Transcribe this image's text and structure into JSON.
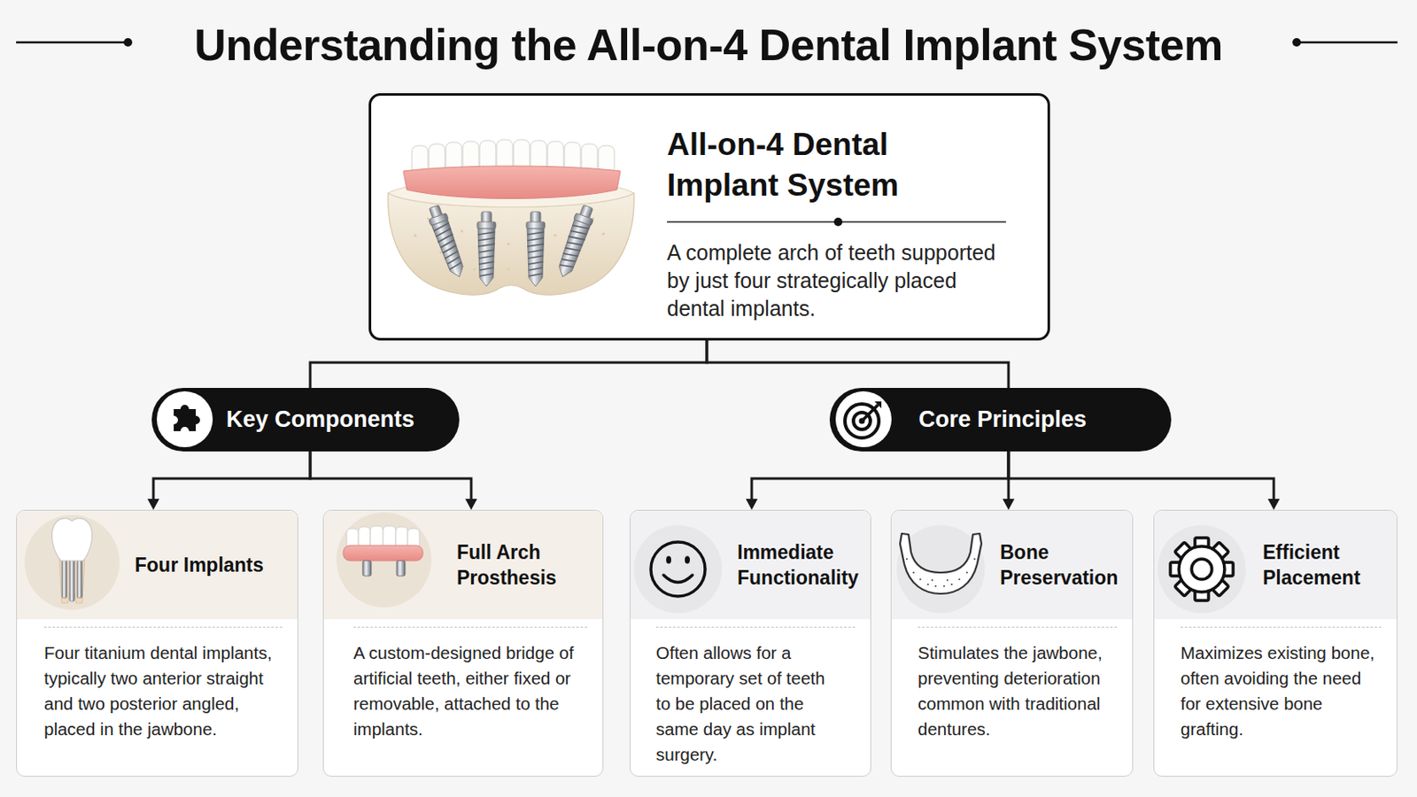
{
  "diagram": {
    "title": "Understanding the All-on-4 Dental Implant System",
    "nodes": [
      {
        "text": [
          "All-on-4 Dental Implant System",
          "A complete arch of teeth supported by just four strategically placed dental implants."
        ]
      },
      {
        "text": [
          "Key Components"
        ]
      },
      {
        "text": [
          "Core Principles"
        ]
      },
      {
        "text": [
          "Four Implants",
          "Four titanium dental implants, typically two anterior straight and two posterior angled, placed in the jawbone."
        ]
      },
      {
        "text": [
          "Full Arch Prosthesis",
          "A custom-designed bridge of artificial teeth, either fixed or removable, attached to the implants."
        ]
      },
      {
        "text": [
          "Immediate Functionality",
          "Often allows for a temporary set of teeth to be placed on the same day as implant surgery."
        ]
      },
      {
        "text": [
          "Bone Preservation",
          "Stimulates the jawbone, preventing deterioration common with traditional dentures."
        ]
      },
      {
        "text": [
          "Efficient Placement",
          "Maximizes existing bone, often avoiding the need for extensive bone grafting."
        ]
      }
    ],
    "edges": [
      {
        "from": 0,
        "to": 1,
        "arrow": "none"
      },
      {
        "from": 0,
        "to": 2,
        "arrow": "none"
      },
      {
        "from": 1,
        "to": 3,
        "arrow": "to"
      },
      {
        "from": 1,
        "to": 4,
        "arrow": "to"
      },
      {
        "from": 2,
        "to": 5,
        "arrow": "to"
      },
      {
        "from": 2,
        "to": 6,
        "arrow": "to"
      },
      {
        "from": 2,
        "to": 7,
        "arrow": "to"
      }
    ]
  }
}
